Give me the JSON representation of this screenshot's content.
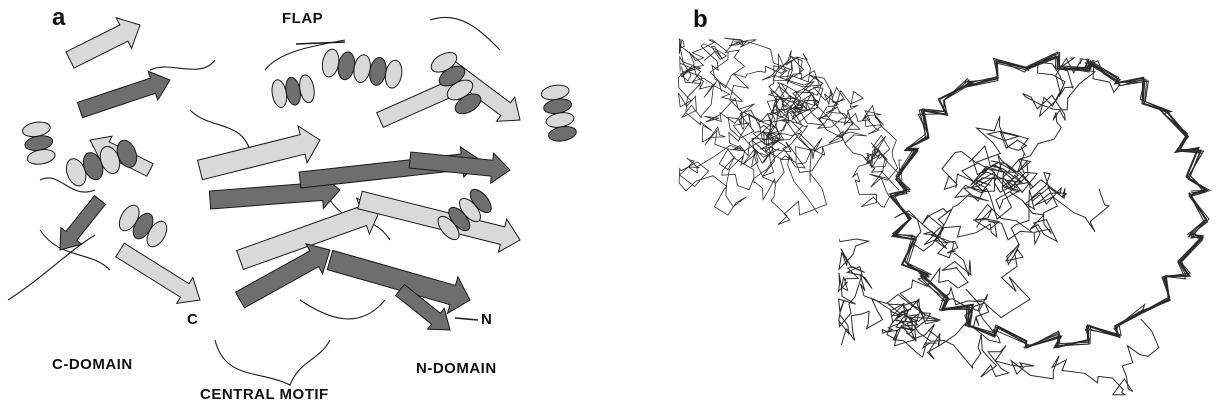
{
  "figure": {
    "panel_a": {
      "letter": "a",
      "labels": {
        "flap": "FLAP",
        "c_domain": "C-DOMAIN",
        "n_domain": "N-DOMAIN",
        "central_motif": "CENTRAL MOTIF",
        "c_terminus": "C",
        "n_terminus": "N"
      }
    },
    "panel_b": {
      "letter": "b"
    },
    "colors": {
      "ink": "#1a1a1a",
      "ribbon_shade": "#6e6e6e",
      "ribbon_light": "#d9d9d9",
      "trace": "#2b2b2b",
      "background": "#ffffff"
    }
  }
}
